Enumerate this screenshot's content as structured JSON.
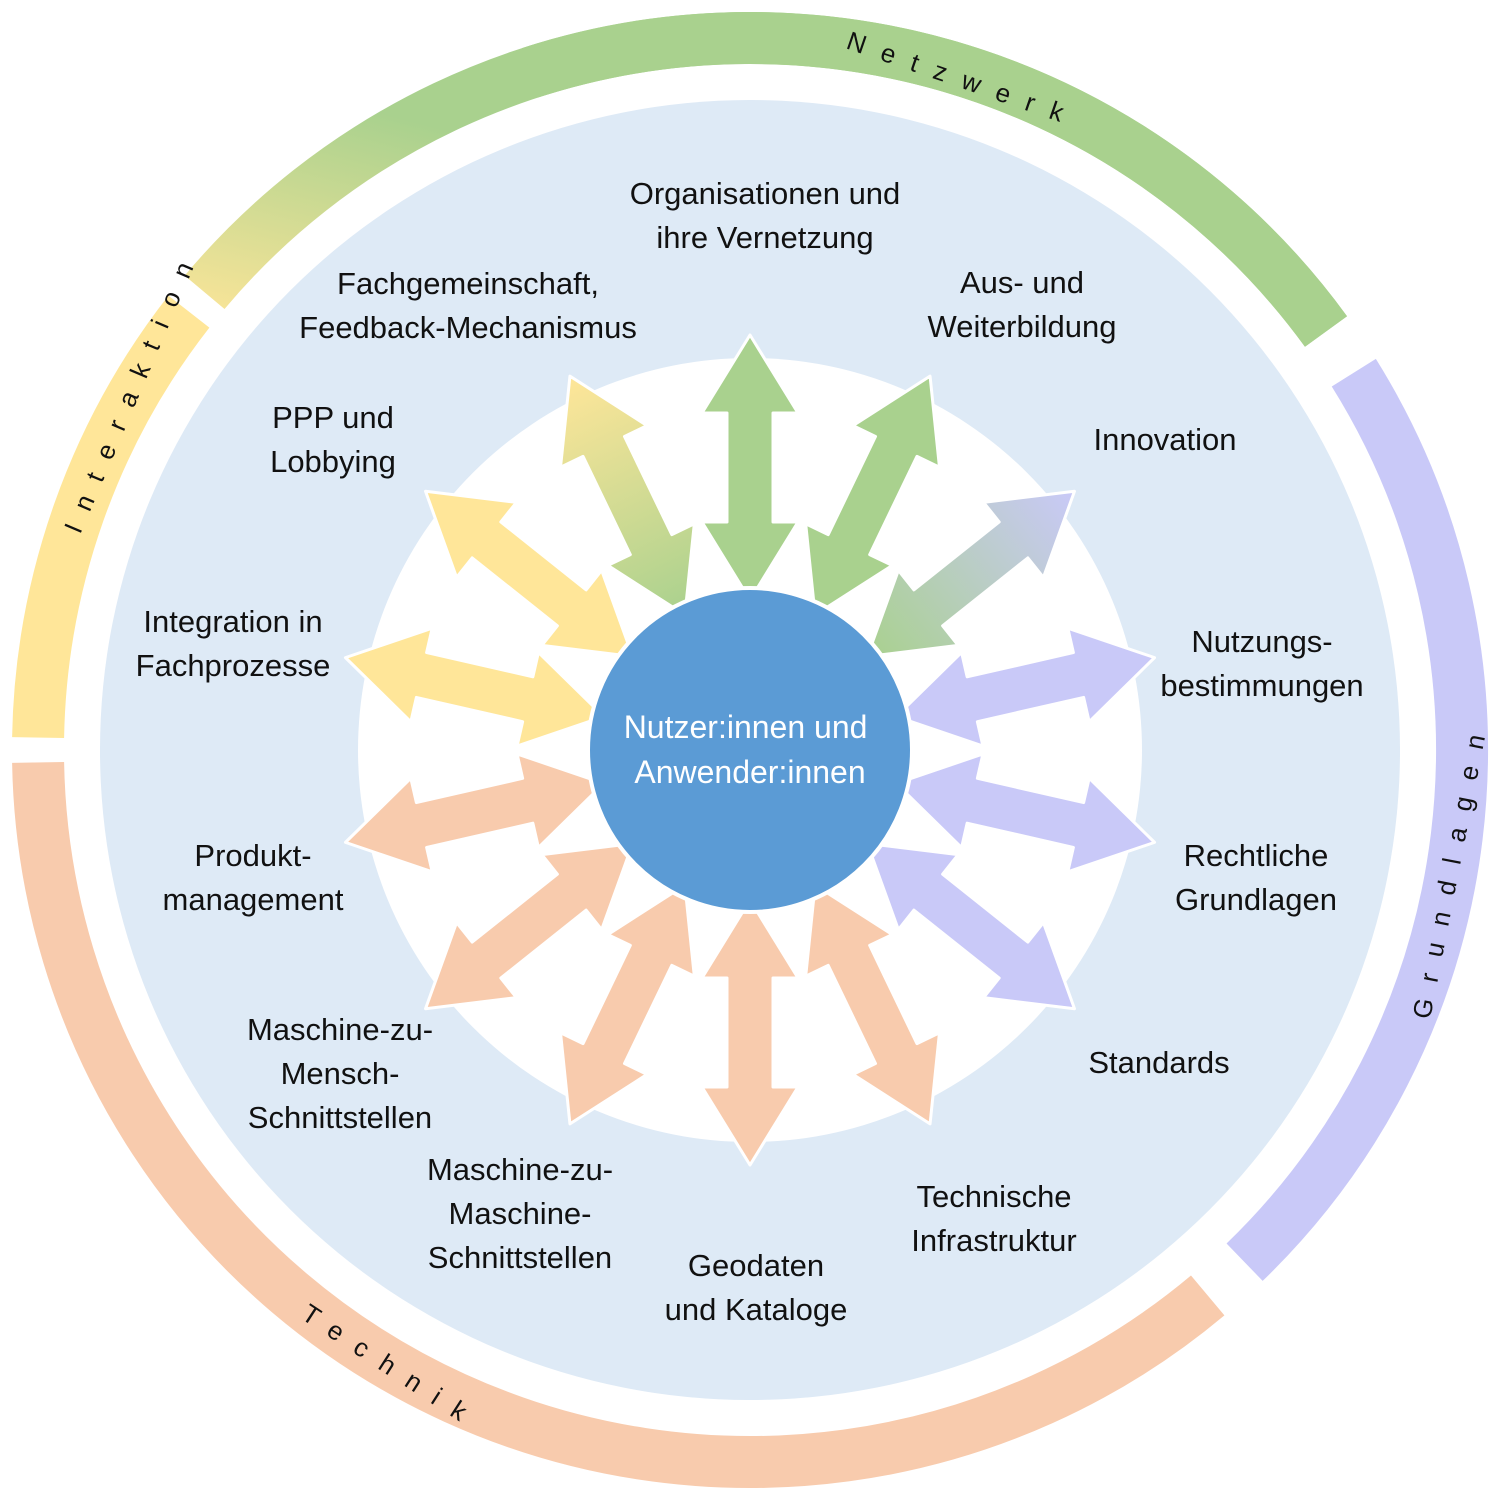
{
  "center": {
    "lines": [
      "Nutzer:innen und",
      "Anwender:innen"
    ],
    "color": "#5b9bd5"
  },
  "colors": {
    "netzwerk": "#a9d18e",
    "grundlagen": "#c9c9f8",
    "technik": "#f8cbad",
    "interaktion": "#ffe699",
    "background_disc": "#deeaf6"
  },
  "categories": [
    {
      "id": "netzwerk",
      "label": "Netzwerk"
    },
    {
      "id": "grundlagen",
      "label": "Grundlagen"
    },
    {
      "id": "technik",
      "label": "Technik"
    },
    {
      "id": "interaktion",
      "label": "Interaktion"
    }
  ],
  "items": [
    {
      "lines": [
        "Organisationen und",
        "ihre Vernetzung"
      ],
      "category": "netzwerk"
    },
    {
      "lines": [
        "Aus- und",
        "Weiterbildung"
      ],
      "category": "netzwerk"
    },
    {
      "lines": [
        "Innovation"
      ],
      "category": "netzwerk-grundlagen"
    },
    {
      "lines": [
        "Nutzungs-",
        "bestimmungen"
      ],
      "category": "grundlagen"
    },
    {
      "lines": [
        "Rechtliche",
        "Grundlagen"
      ],
      "category": "grundlagen"
    },
    {
      "lines": [
        "Standards"
      ],
      "category": "grundlagen"
    },
    {
      "lines": [
        "Technische",
        "Infrastruktur"
      ],
      "category": "technik"
    },
    {
      "lines": [
        "Geodaten",
        "und Kataloge"
      ],
      "category": "technik"
    },
    {
      "lines": [
        "Maschine-zu-",
        "Maschine-",
        "Schnittstellen"
      ],
      "category": "technik"
    },
    {
      "lines": [
        "Maschine-zu-",
        "Mensch-",
        "Schnittstellen"
      ],
      "category": "technik"
    },
    {
      "lines": [
        "Produkt-",
        "management"
      ],
      "category": "technik"
    },
    {
      "lines": [
        "Integration in",
        "Fachprozesse"
      ],
      "category": "interaktion"
    },
    {
      "lines": [
        "PPP und",
        "Lobbying"
      ],
      "category": "interaktion"
    },
    {
      "lines": [
        "Fachgemeinschaft,",
        "Feedback-Mechanismus"
      ],
      "category": "interaktion-netzwerk"
    }
  ]
}
